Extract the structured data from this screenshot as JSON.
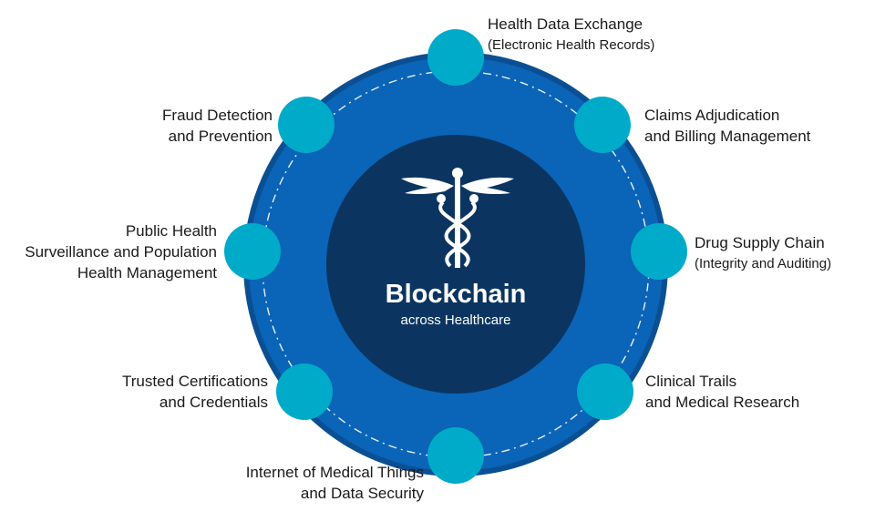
{
  "center": {
    "title": "Blockchain",
    "subtitle": "across Healthcare"
  },
  "colors": {
    "outer_ring": "#0a64b7",
    "outer_ring_edge": "#0b4f93",
    "inner_disc": "#0b3560",
    "node": "#00abc9",
    "dash": "#ffffff"
  },
  "icon": "caduceus-icon",
  "items": [
    {
      "line1": "Health Data Exchange",
      "line2": "(Electronic Health Records)"
    },
    {
      "line1": "Claims Adjudication",
      "line2": "and Billing Management"
    },
    {
      "line1": "Drug Supply Chain",
      "line2": "(Integrity and Auditing)"
    },
    {
      "line1": "Clinical Trails",
      "line2": "and Medical Research"
    },
    {
      "line1": "Internet of Medical Things",
      "line2": "and Data Security"
    },
    {
      "line1": "Trusted Certifications",
      "line2": "and Credentials"
    },
    {
      "line1": "Public Health",
      "line2": "Surveillance and Population",
      "line3": "Health Management"
    },
    {
      "line1": "Fraud Detection",
      "line2": "and Prevention"
    }
  ]
}
